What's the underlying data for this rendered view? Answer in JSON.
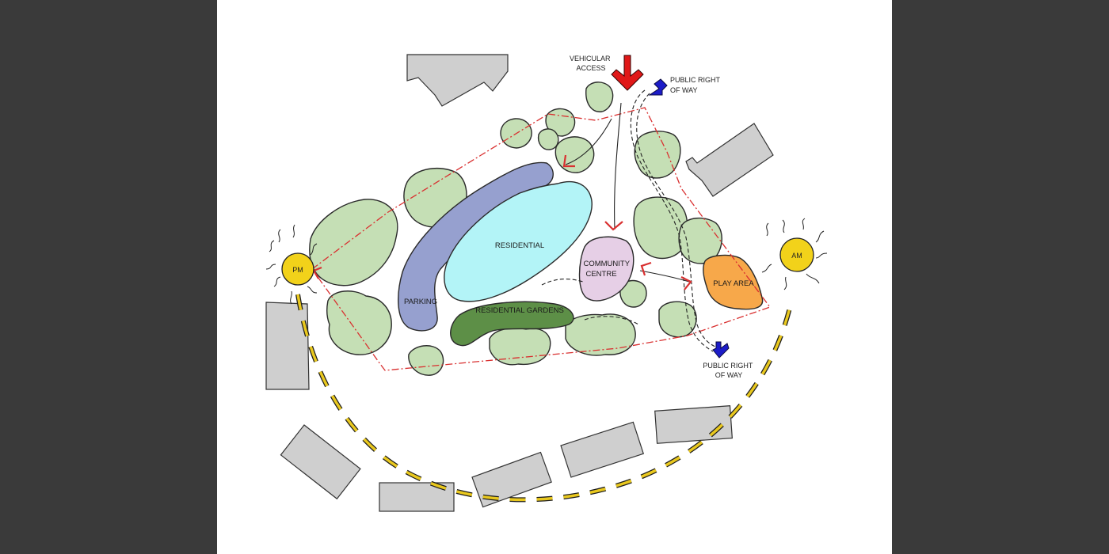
{
  "labels": {
    "vehicular_access": [
      "VEHICULAR",
      "ACCESS"
    ],
    "public_right_of_way_top": [
      "PUBLIC RIGHT",
      "OF WAY"
    ],
    "public_right_of_way_bottom": [
      "PUBLIC RIGHT",
      "OF WAY"
    ],
    "residential": "RESIDENTIAL",
    "parking": "PARKING",
    "residential_gardens": "RESIDENTIAL GARDENS",
    "community_centre": [
      "COMMUNITY",
      "CENTRE"
    ],
    "play_area": "PLAY AREA",
    "sun_pm": "PM",
    "sun_am": "AM"
  },
  "colors": {
    "background": "#3a3a3a",
    "canvas": "#ffffff",
    "tree": "#c5dfb5",
    "building": "#cfcfcf",
    "parking": "#96a0cf",
    "residential": "#b3f4f7",
    "residential_gardens": "#5d8f47",
    "community_centre": "#e6cfe6",
    "play_area": "#f7a84a",
    "sun": "#f2d21a",
    "sun_path": "#e9c81e",
    "site_boundary": "#d93030",
    "vehicular_arrow": "#e01818",
    "public_row_arrow": "#1c1cc8"
  },
  "icons": {
    "sun": "sun-icon",
    "vehicular_arrow": "arrow-down-icon",
    "row_arrow": "arrow-icon"
  }
}
